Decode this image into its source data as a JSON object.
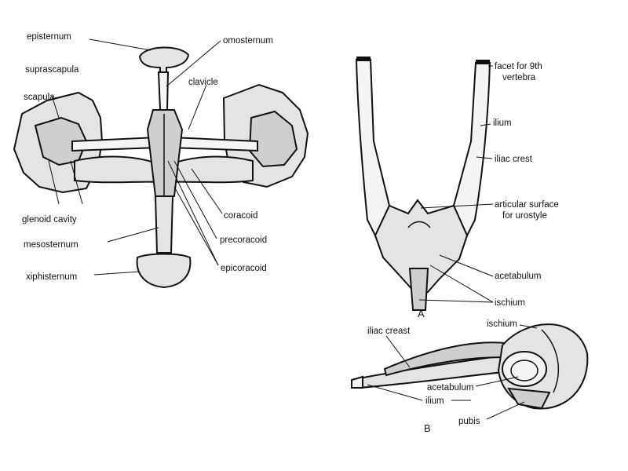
{
  "pectoral": {
    "labels": {
      "episternum": "episternum",
      "omosternum": "omosternum",
      "suprascapula": "suprascapula",
      "scapula": "scapula",
      "clavicle": "clavicle",
      "glenoid": "glenoid cavity",
      "coracoid": "coracoid",
      "mesosternum": "mesosternum",
      "precoracoid": "precoracoid",
      "xiphisternum": "xiphisternum",
      "epicoracoid": "epicoracoid"
    }
  },
  "pelvic_a": {
    "labels": {
      "facet_1": "facet for 9th",
      "facet_2": "vertebra",
      "ilium": "ilium",
      "iliac_crest": "iliac crest",
      "articular_1": "articular surface",
      "articular_2": "for urostyle",
      "acetabulum": "acetabulum",
      "ischium": "ischium",
      "letter": "A"
    }
  },
  "pelvic_b": {
    "labels": {
      "iliac_creast": "iliac creast",
      "ischium": "ischium",
      "acetabulum": "acetabulum",
      "ilium": "ilium",
      "pubis": "pubis",
      "letter": "B"
    }
  }
}
